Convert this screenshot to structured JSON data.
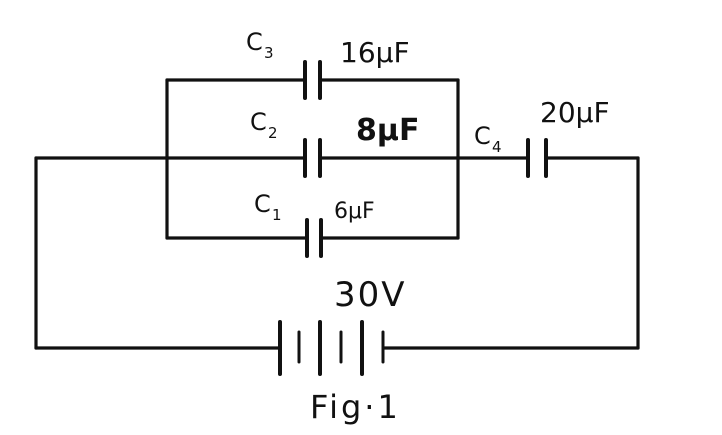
{
  "capacitors": [
    {
      "name": "C",
      "sub": "3",
      "value": "16μF"
    },
    {
      "name": "C",
      "sub": "2",
      "value": "8μF"
    },
    {
      "name": "C",
      "sub": "1",
      "value": "6μF"
    },
    {
      "name": "C",
      "sub": "4",
      "value": "20μF"
    }
  ],
  "battery": {
    "voltage": "30V"
  },
  "caption": "Fig·1"
}
